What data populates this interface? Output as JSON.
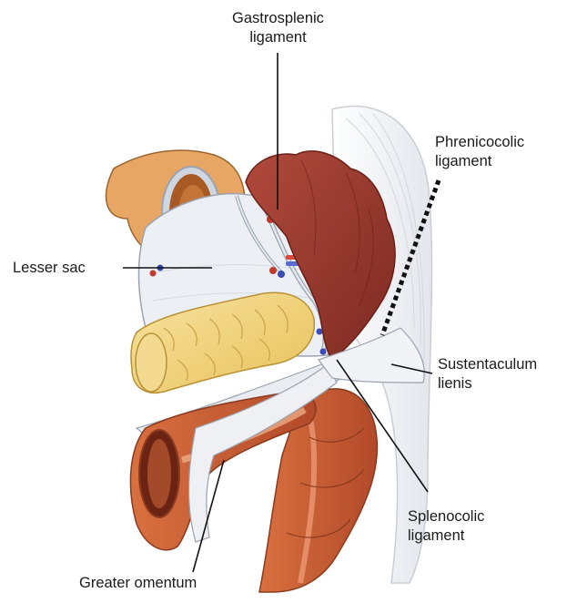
{
  "labels": {
    "gastrosplenic": {
      "line1": "Gastrosplenic",
      "line2": "ligament"
    },
    "phrenicocolic": {
      "line1": "Phrenicocolic",
      "line2": "ligament"
    },
    "lesser_sac": "Lesser sac",
    "sustentaculum": {
      "line1": "Sustentaculum",
      "line2": "lienis"
    },
    "splenocolic": {
      "line1": "Splenocolic",
      "line2": "ligament"
    },
    "greater_omentum": "Greater omentum"
  },
  "colors": {
    "spleen": "#9b3a30",
    "stomach": "#e3a060",
    "pancreas": "#f2d47a",
    "colon": "#c85a36",
    "peritoneum": "#e4e8ef",
    "ligament_edge": "#9aa3b0",
    "leader_line": "#111111"
  }
}
